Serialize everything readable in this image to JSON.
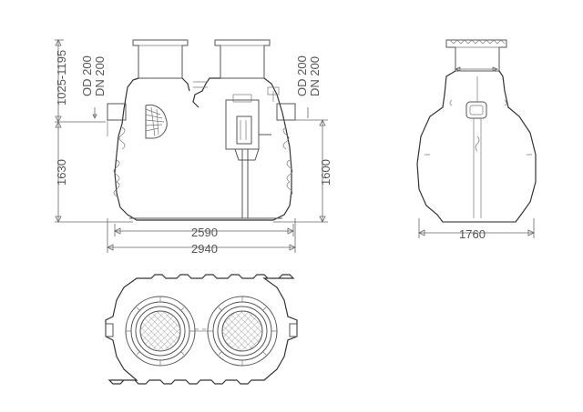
{
  "labels": {
    "left_height_upper": "1025-1195",
    "left_height_lower": "1630",
    "inlet_od": "OD 200",
    "inlet_dn": "DN 200",
    "outlet_od": "OD 200",
    "outlet_dn": "DN 200",
    "right_height": "1600",
    "width_inner": "2590",
    "width_total": "2940",
    "side_width": "1760"
  }
}
